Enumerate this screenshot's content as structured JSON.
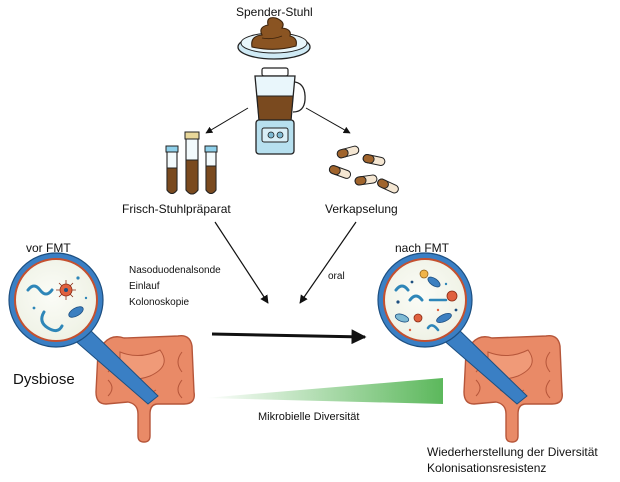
{
  "title": "Spender-Stuhl",
  "branches": {
    "left": "Frisch-Stuhlpräparat",
    "right": "Verkapselung"
  },
  "routes": {
    "left": [
      "Nasoduodenalsonde",
      "Einlauf",
      "Kolonoskopie"
    ],
    "right": "oral"
  },
  "before": {
    "label": "vor FMT",
    "state": "Dysbiose"
  },
  "after": {
    "label": "nach FMT",
    "outcomes": [
      "Wiederherstellung der Diversität",
      "Kolonisationsresistenz"
    ]
  },
  "gradient": {
    "label": "Mikrobielle Diversität",
    "color": "#5cb85c"
  },
  "colors": {
    "gut": "#e98a67",
    "gut_stroke": "#b6563a",
    "lens": "#3a7fc4",
    "stool": "#7a4a1f",
    "glass": "#9fd7ea",
    "blender_base": "#b7e0ef"
  }
}
